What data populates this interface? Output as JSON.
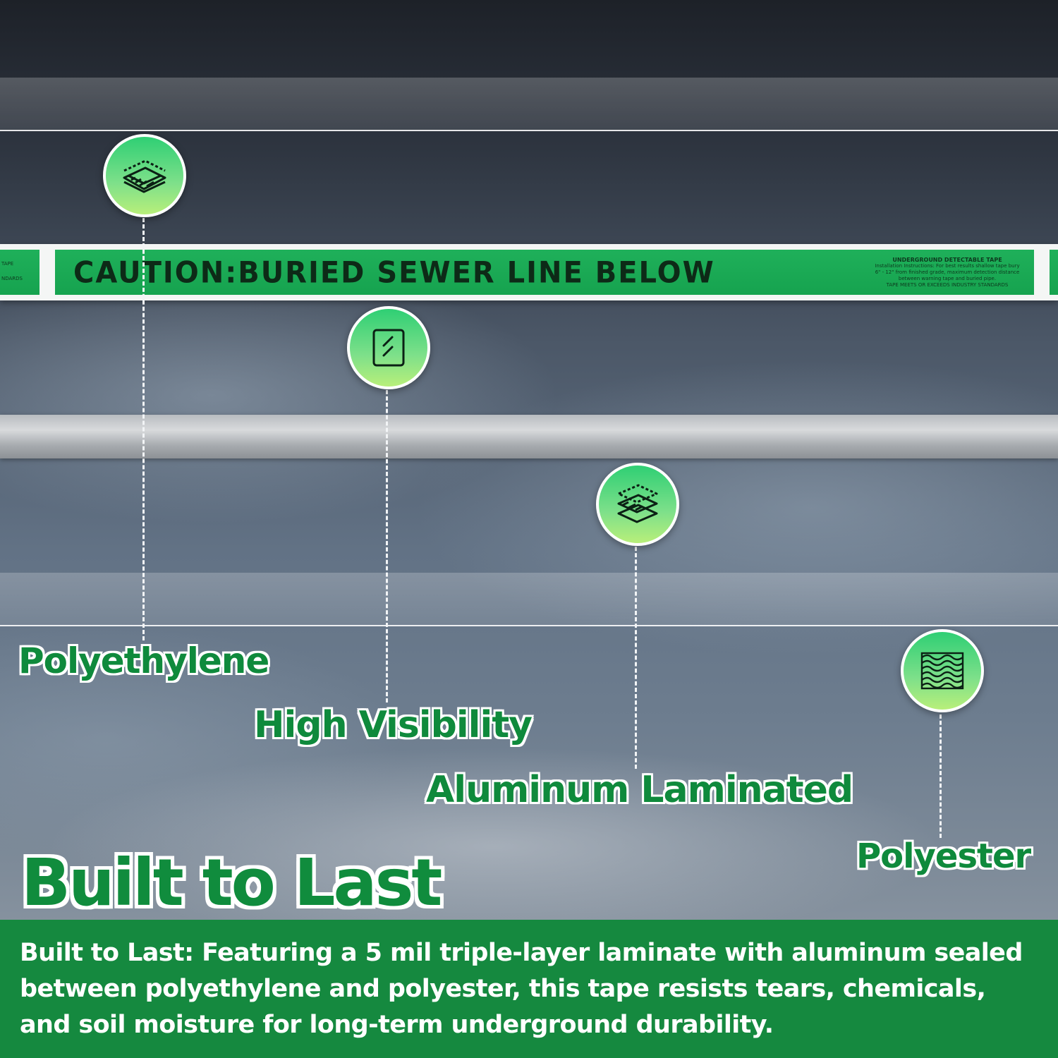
{
  "tape": {
    "caution_text": "CAUTION:BURIED SEWER LINE BELOW",
    "fine_heading": "UNDERGROUND DETECTABLE TAPE",
    "fine_body": "Installation Instructions: For best results shallow tape bury 6\" - 12\" from finished grade, maximum detection distance between warning tape and buried pipe.",
    "fine_footer": "TAPE MEETS OR EXCEEDS INDUSTRY STANDARDS",
    "left_fragment_1": "TAPE",
    "left_fragment_2": "NDARDS"
  },
  "features": [
    {
      "label": "Polyethylene",
      "icon": "layer-sheet-icon"
    },
    {
      "label": "High Visibility",
      "icon": "glass-panel-icon"
    },
    {
      "label": "Aluminum Laminated",
      "icon": "stacked-layers-icon"
    },
    {
      "label": "Polyester",
      "icon": "mesh-fabric-icon"
    }
  ],
  "headline": "Built to Last",
  "description": "Built to Last: Featuring a 5 mil triple-layer laminate with aluminum sealed between polyethylene and polyester, this tape resists tears, chemicals, and soil moisture for long-term underground durability.",
  "colors": {
    "brand_green": "#15893f",
    "tape_green": "#1fb05a",
    "badge_gradient_top": "#2fcf74",
    "badge_gradient_bottom": "#b8ef7a"
  }
}
